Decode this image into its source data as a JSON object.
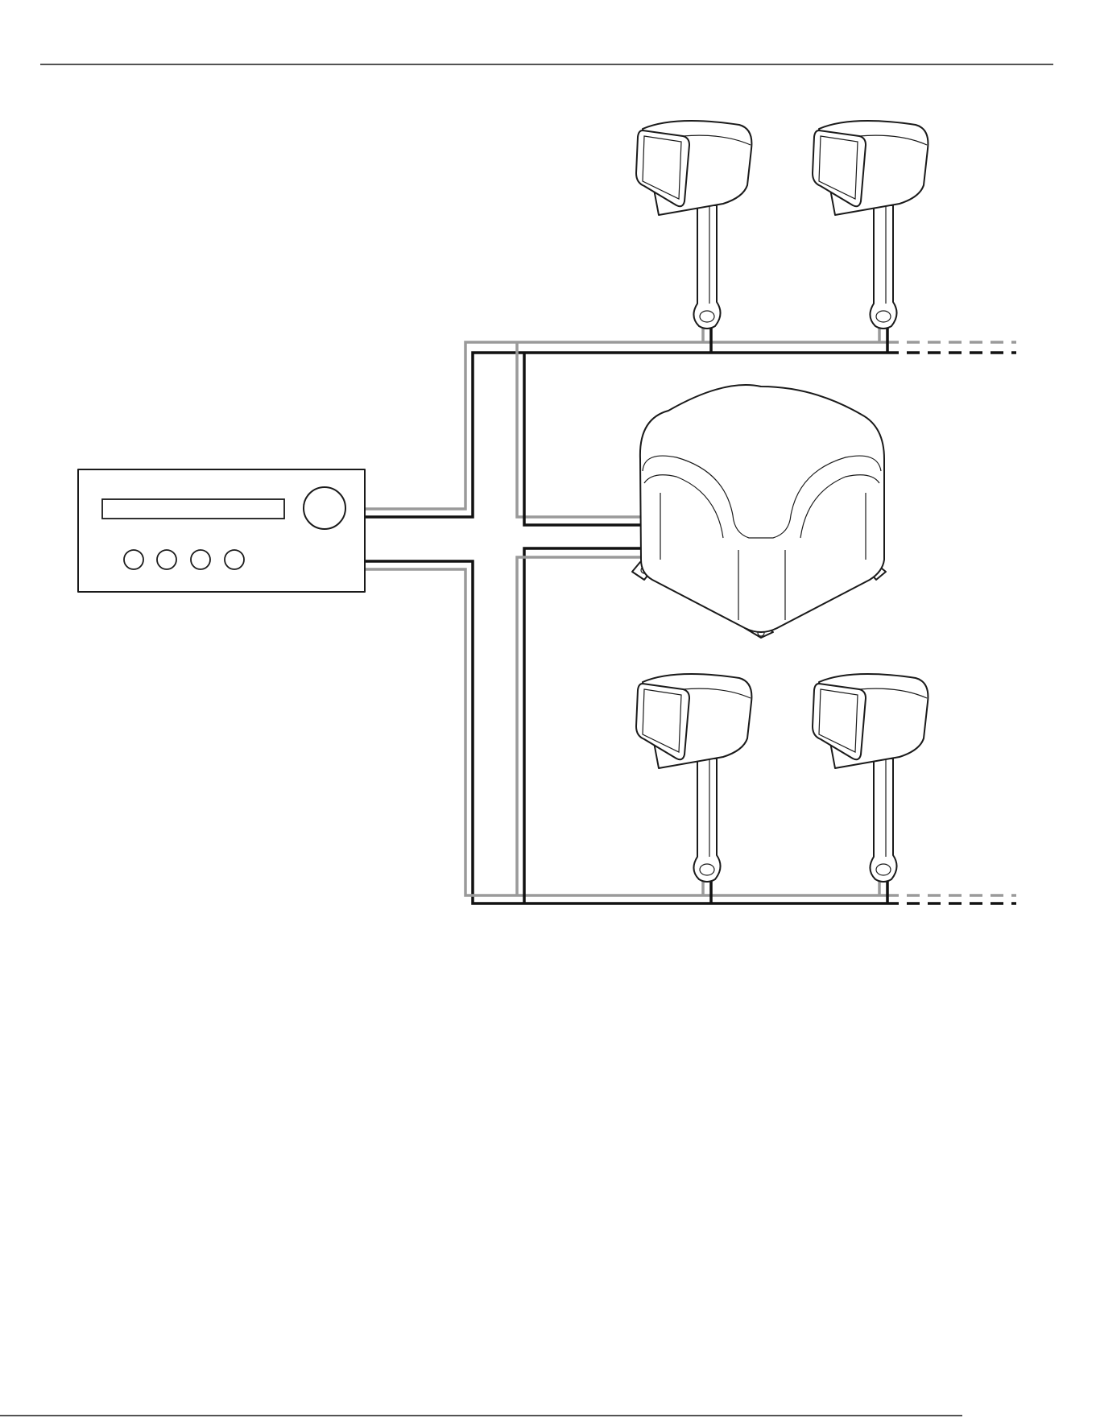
{
  "colors": {
    "line": "#1a1a1a",
    "positive_wire": "#9a9a9a",
    "negative_wire": "#111111",
    "background": "#ffffff"
  },
  "components": {
    "receiver": {
      "icon": "receiver-icon",
      "buttons": 4
    },
    "front_speakers": {
      "icon": "satellite-speaker-icon",
      "count": 2
    },
    "rear_speakers": {
      "icon": "satellite-speaker-icon",
      "count": 2
    },
    "subwoofer": {
      "icon": "subwoofer-icon"
    }
  },
  "wiring": {
    "pair_style": "gray (+) and black (-) parallel wires",
    "continuation": "dashed"
  }
}
